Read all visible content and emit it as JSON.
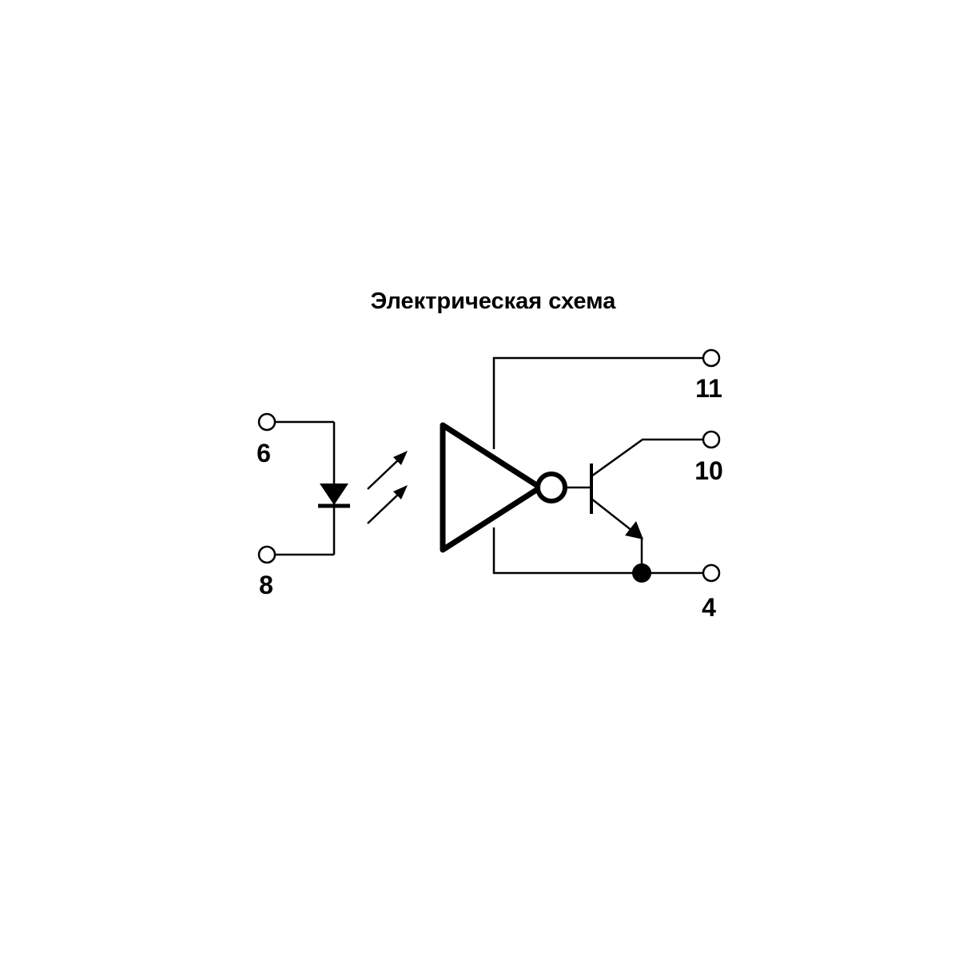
{
  "title": "Электрическая схема",
  "pins": {
    "p6": "6",
    "p8": "8",
    "p11": "11",
    "p10": "10",
    "p4": "4"
  },
  "colors": {
    "ink": "#000000",
    "background": "#ffffff"
  }
}
